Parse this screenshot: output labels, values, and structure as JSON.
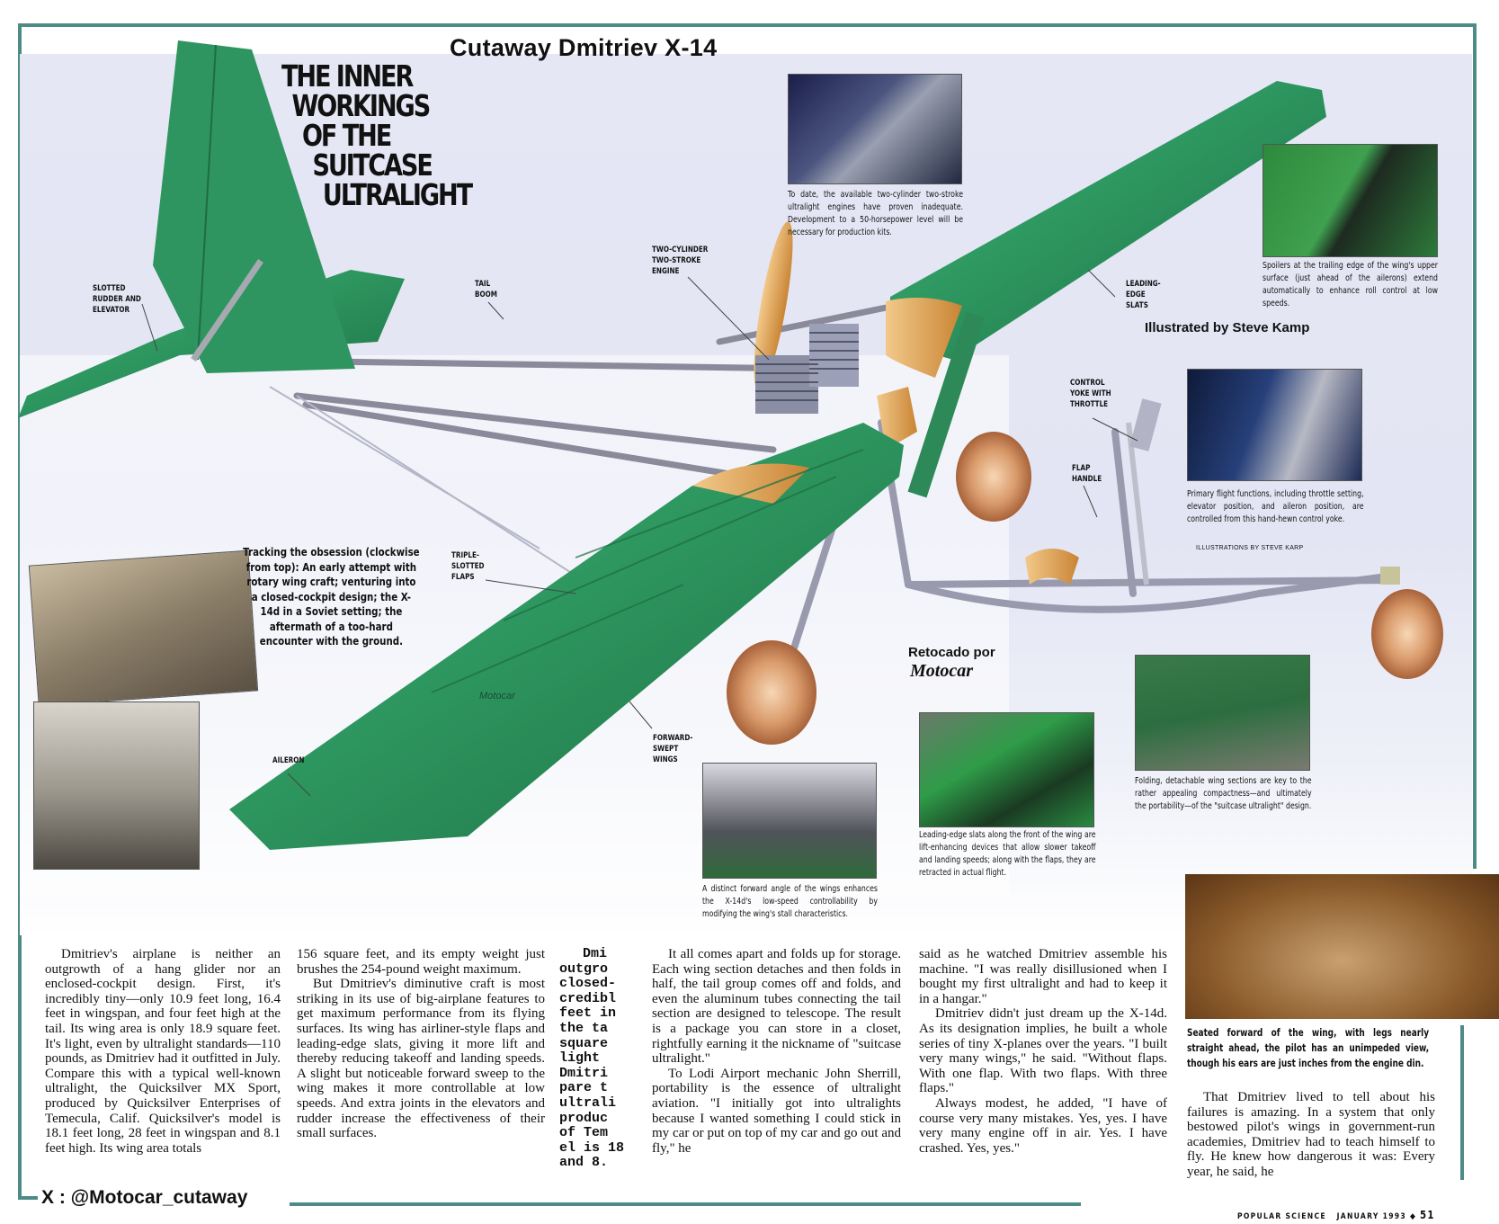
{
  "header": {
    "title": "Cutaway Dmitriev X-14",
    "headline": [
      "THE INNER",
      "WORKINGS",
      "OF THE",
      "SUITCASE",
      "ULTRALIGHT"
    ]
  },
  "colors": {
    "accent_rule": "#4d8b86",
    "wing_green": "#2f8d5a",
    "sky": "#e4e6f4",
    "prop": "#e0a85a"
  },
  "callouts": {
    "rudder": [
      "SLOTTED",
      "RUDDER AND",
      "ELEVATOR"
    ],
    "tail_boom": [
      "TAIL",
      "BOOM"
    ],
    "engine": [
      "TWO-CYLINDER",
      "TWO-STROKE",
      "ENGINE"
    ],
    "slats": [
      "LEADING-",
      "EDGE",
      "SLATS"
    ],
    "yoke": [
      "CONTROL",
      "YOKE WITH",
      "THROTTLE"
    ],
    "flap_handle": [
      "FLAP",
      "HANDLE"
    ],
    "flaps": [
      "TRIPLE-",
      "SLOTTED",
      "FLAPS"
    ],
    "aileron": [
      "AILERON"
    ],
    "forward_swept": [
      "FORWARD-",
      "SWEPT",
      "WINGS"
    ]
  },
  "credits": {
    "illustrated_by": "Illustrated by Steve Kamp",
    "illustrations": "ILLUSTRATIONS BY STEVE KARP",
    "retouched": "Retocado por",
    "retoucher": "Motocar",
    "watermark": "Motocar",
    "handle": "X : @Motocar_cutaway"
  },
  "captions": {
    "engine": "To date, the available two-cylinder two-stroke ultralight engines have proven inadequate. Development to a 50-horsepower level will be necessary for production kits.",
    "spoilers": "Spoilers at the trailing edge of the wing's upper surface (just ahead of the ailerons) extend automatically to enhance roll control at low speeds.",
    "yoke": "Primary flight functions, including throttle setting, elevator position, and aileron position, are controlled from this hand-hewn control yoke.",
    "tracking": "Tracking the obsession (clockwise from top): An early attempt with rotary wing craft; venturing into a closed-cockpit design; the X-14d in a Soviet setting; the aftermath of a too-hard encounter with the ground.",
    "forward_angle": "A distinct forward angle of the wings enhances the X-14d's low-speed controllability by modifying the wing's stall characteristics.",
    "slats": "Leading-edge slats along the front of the wing are lift-enhancing devices that allow slower takeoff and landing speeds; along with the flaps, they are retracted in actual flight.",
    "folding": "Folding, detachable wing sections are key to the rather appealing compactness—and ultimately the portability—of the \"suitcase ultralight\" design.",
    "pilot": "Seated forward of the wing, with legs nearly straight ahead, the pilot has an unimpeded view, though his ears are just inches from the engine din."
  },
  "article": {
    "col1": [
      "Dmitriev's airplane is neither an outgrowth of a hang glider nor an enclosed-cockpit design. First, it's incredibly tiny—only 10.9 feet long, 16.4 feet in wingspan, and four feet high at the tail. Its wing area is only 18.9 square feet. It's light, even by ultralight standards—110 pounds, as Dmitriev had it outfitted in July. Compare this with a typical well-known ultralight, the Quicksilver MX Sport, produced by Quicksilver Enterprises of Temecula, Calif. Quicksilver's model is 18.1 feet long, 28 feet in wingspan and 8.1 feet high. Its wing area totals"
    ],
    "col2": [
      "156 square feet, and its empty weight just brushes the 254-pound weight maximum.",
      "But Dmitriev's diminutive craft is most striking in its use of big-airplane features to get maximum performance from its flying surfaces. Its wing has airliner-style flaps and leading-edge slats, giving it more lift and thereby reducing takeoff and landing speeds. A slight but noticeable forward sweep to the wing makes it more controllable at low speeds. And extra joints in the elevators and rudder increase the effectiveness of their small surfaces."
    ],
    "col3_fragment": [
      "Dmi",
      "outgro",
      "closed-",
      "credibl",
      "feet in",
      "the ta",
      "square",
      "light",
      "Dmitri",
      "pare t",
      "ultrali",
      "produc",
      "of Tem",
      "el is 18",
      "and 8."
    ],
    "col4": [
      "It all comes apart and folds up for storage. Each wing section detaches and then folds in half, the tail group comes off and folds, and even the aluminum tubes connecting the tail section are designed to telescope. The result is a package you can store in a closet, rightfully earning it the nickname of \"suitcase ultralight.\"",
      "To Lodi Airport mechanic John Sherrill, portability is the essence of ultralight aviation. \"I initially got into ultralights because I wanted something I could stick in my car or put on top of my car and go out and fly,\" he"
    ],
    "col5": [
      "said as he watched Dmitriev assemble his machine. \"I was really disillusioned when I bought my first ultralight and had to keep it in a hangar.\"",
      "Dmitriev didn't just dream up the X-14d. As its designation implies, he built a whole series of tiny X-planes over the years. \"I built very many wings,\" he said. \"Without flaps. With one flap. With two flaps. With three flaps.\"",
      "Always modest, he added, \"I have of course very many mistakes. Yes, yes. I have very many engine off in air. Yes. I have crashed. Yes, yes.\""
    ],
    "col6": [
      "That Dmitriev lived to tell about his failures is amazing. In a system that only bestowed pilot's wings in government-run academies, Dmitriev had to teach himself to fly. He knew how dangerous it was: Every year, he said, he"
    ]
  },
  "footer": {
    "publication": "POPULAR SCIENCE",
    "issue": "JANUARY 1993",
    "page": "51"
  }
}
